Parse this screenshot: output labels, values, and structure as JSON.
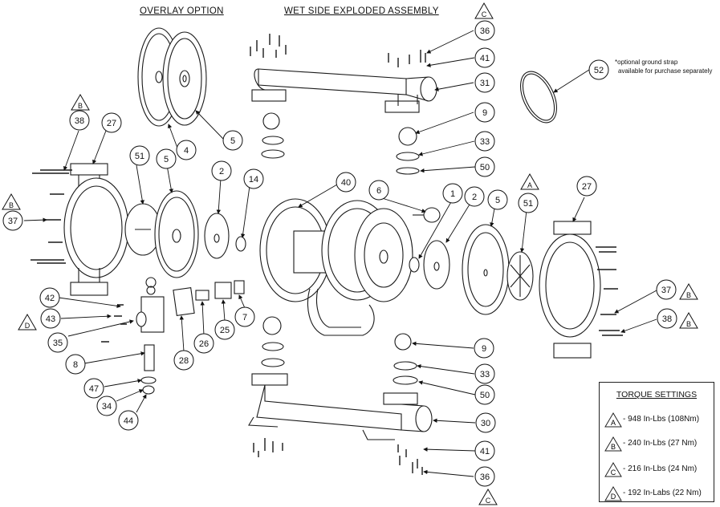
{
  "headers": {
    "overlay": "OVERLAY OPTION",
    "wetside": "WET SIDE EXPLODED ASSEMBLY"
  },
  "note": {
    "line1": "*optional ground strap",
    "line2": "available for purchase separately"
  },
  "torque": {
    "title": "TORQUE SETTINGS",
    "rows": [
      {
        "mark": "A",
        "value": "- 948 In-Lbs (108Nm)"
      },
      {
        "mark": "B",
        "value": "- 240 In-Lbs (27 Nm)"
      },
      {
        "mark": "C",
        "value": "- 216 In-Lbs (24 Nm)"
      },
      {
        "mark": "D",
        "value": "- 192 In-Labs (22 Nm)"
      }
    ]
  },
  "callouts": {
    "c36a": "36",
    "c41a": "41",
    "c31": "31",
    "c9a": "9",
    "c33a": "33",
    "c50a": "50",
    "c52": "52",
    "c5a": "5",
    "c4": "4",
    "c38a": "38",
    "c27a": "27",
    "c37a": "37",
    "c51a": "51",
    "c5b": "5",
    "c2a": "2",
    "c14": "14",
    "c40": "40",
    "c6": "6",
    "c1": "1",
    "c2b": "2",
    "c5c": "5",
    "c51b": "51",
    "c27b": "27",
    "c42": "42",
    "c43": "43",
    "c35": "35",
    "c8": "8",
    "c47": "47",
    "c34": "34",
    "c44": "44",
    "c28": "28",
    "c26": "26",
    "c25": "25",
    "c7": "7",
    "c37b": "37",
    "c38b": "38",
    "c9b": "9",
    "c33b": "33",
    "c50b": "50",
    "c30": "30",
    "c41b": "41",
    "c36b": "36"
  },
  "triangles": {
    "tC_top": "C",
    "tB_left1": "B",
    "tB_left2": "B",
    "tD": "D",
    "tA": "A",
    "tB_right1": "B",
    "tB_right2": "B",
    "tC_bottom": "C"
  }
}
